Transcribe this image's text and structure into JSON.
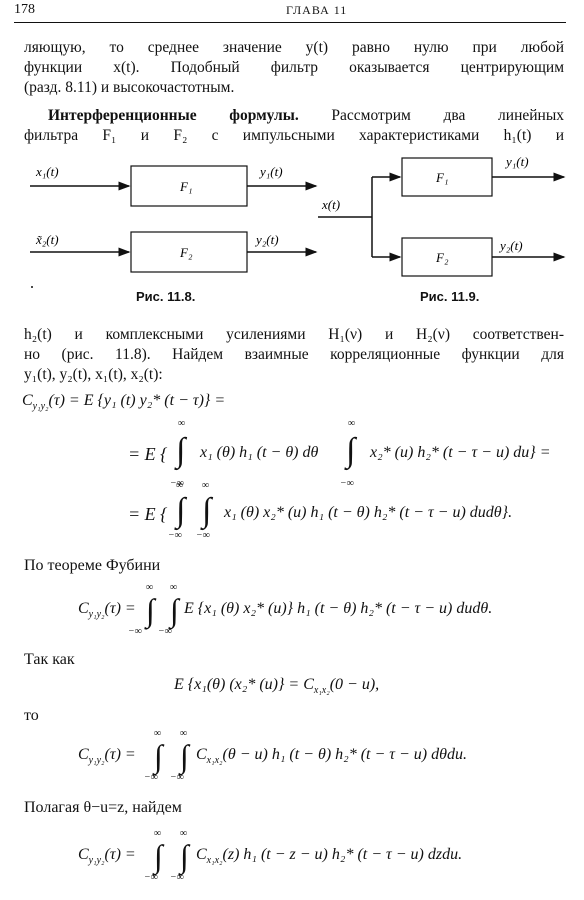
{
  "header": {
    "page_number": "178",
    "chapter": "ГЛАВА 11"
  },
  "para1": [
    "ляющую, то среднее значение y(t) равно нулю при любой",
    "функции x(t). Подобный фильтр оказывается центрирующим",
    "(разд. 8.11) и высокочастотным."
  ],
  "para2": {
    "heading": "Интерференционные формулы.",
    "line1_rest": "Рассмотрим два линейных",
    "line2": "фильтра F₁ и F₂ с импульсными характеристиками h₁(t) и"
  },
  "fig8": {
    "caption": "Рис. 11.8.",
    "in1": "x₁(t)",
    "out1": "y₁(t)",
    "block1": "F₁",
    "in2": "x̃₂(t)",
    "out2": "y₂(t)",
    "block2": "F₂"
  },
  "fig9": {
    "caption": "Рис. 11.9.",
    "in": "x(t)",
    "out1": "y₁(t)",
    "block1": "F₁",
    "out2": "y₂(t)",
    "block2": "F₂"
  },
  "para3": [
    "h₂(t) и комплексными усилениями H₁(ν) и H₂(ν) соответствен-",
    "но (рис. 11.8). Найдем взаимные корреляционные функции для",
    "y₁(t), y₂(t), x₁(t), x₂(t):"
  ],
  "eq1": {
    "line1": "C",
    "line1_sub": "y₁y₂",
    "line1_rest": "(τ) = E {y₁ (t) y₂* (t − τ)} =",
    "line2_a": "= E {",
    "line2_b": "x₁ (θ) h₁ (t − θ) dθ",
    "line2_c": "x₂* (u) h₂* (t − τ − u) du} =",
    "line3_a": "= E {",
    "line3_b": "x₁ (θ) x₂* (u) h₁ (t − θ) h₂* (t − τ − u) dudθ}.",
    "inf": "∞",
    "minf": "−∞"
  },
  "text_fubini": "По теореме Фубини",
  "eq2": {
    "lhs": "C",
    "sub": "y₁y₂",
    "rhs": "(τ) =",
    "body": "E {x₁ (θ) x₂* (u)} h₁ (t − θ) h₂* (t − τ − u) dudθ."
  },
  "text_since": "Так как",
  "eq3": {
    "left": "E {x₁(θ) (x₂* (u)} = C",
    "sub": "x₁x₂",
    "right": "(0 − u),"
  },
  "text_then": "то",
  "eq4": {
    "lhs": "C",
    "sub": "y₁y₂",
    "rhs": "(τ) =",
    "c": "C",
    "csub": "x₁x₂",
    "body": "(θ − u) h₁ (t − θ) h₂* (t − τ − u) dθdu."
  },
  "text_setting": "Полагая θ−u=z, найдем",
  "eq5": {
    "lhs": "C",
    "sub": "y₁y₂",
    "rhs": "(τ) =",
    "c": "C",
    "csub": "x₁x₂",
    "body": "(z) h₁ (t − z − u) h₂* (t − τ − u) dzdu."
  }
}
